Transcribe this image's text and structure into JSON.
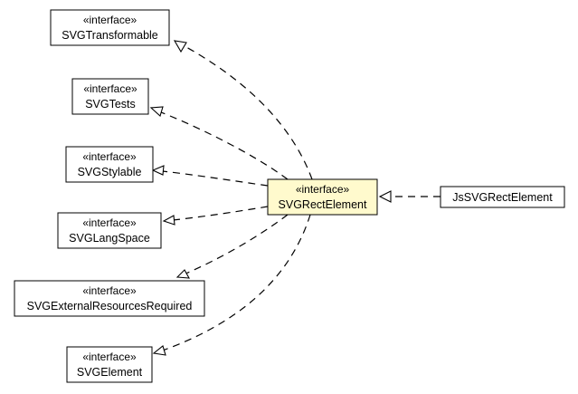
{
  "nodes": {
    "svg_transformable": {
      "stereotype": "«interface»",
      "name": "SVGTransformable"
    },
    "svg_tests": {
      "stereotype": "«interface»",
      "name": "SVGTests"
    },
    "svg_stylable": {
      "stereotype": "«interface»",
      "name": "SVGStylable"
    },
    "svg_lang_space": {
      "stereotype": "«interface»",
      "name": "SVGLangSpace"
    },
    "svg_external": {
      "stereotype": "«interface»",
      "name": "SVGExternalResourcesRequired"
    },
    "svg_element": {
      "stereotype": "«interface»",
      "name": "SVGElement"
    },
    "svg_rect_element": {
      "stereotype": "«interface»",
      "name": "SVGRectElement"
    },
    "js_svg_rect_element": {
      "stereotype": "",
      "name": "JsSVGRectElement"
    }
  },
  "colors": {
    "highlight_fill": "#fffacd",
    "box_fill": "#ffffff",
    "line": "#000000"
  },
  "edges": [
    {
      "from": "svg_rect_element",
      "to": "svg_transformable",
      "style": "dashed",
      "head": "hollow-triangle"
    },
    {
      "from": "svg_rect_element",
      "to": "svg_tests",
      "style": "dashed",
      "head": "hollow-triangle"
    },
    {
      "from": "svg_rect_element",
      "to": "svg_stylable",
      "style": "dashed",
      "head": "hollow-triangle"
    },
    {
      "from": "svg_rect_element",
      "to": "svg_lang_space",
      "style": "dashed",
      "head": "hollow-triangle"
    },
    {
      "from": "svg_rect_element",
      "to": "svg_external",
      "style": "dashed",
      "head": "hollow-triangle"
    },
    {
      "from": "svg_rect_element",
      "to": "svg_element",
      "style": "dashed",
      "head": "hollow-triangle"
    },
    {
      "from": "js_svg_rect_element",
      "to": "svg_rect_element",
      "style": "dashed",
      "head": "hollow-triangle"
    }
  ]
}
